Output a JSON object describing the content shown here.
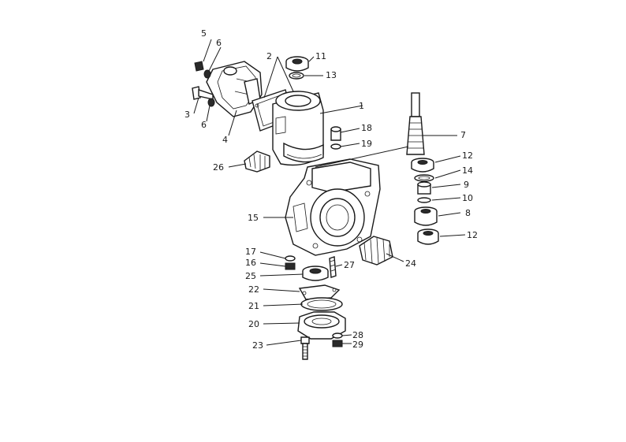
{
  "colors": {
    "ink": "#1a1a1a",
    "paper": "#ffffff"
  },
  "labels": {
    "l1": "1",
    "l2": "2",
    "l3": "3",
    "l4": "4",
    "l5": "5",
    "l6a": "6",
    "l6b": "6",
    "l7": "7",
    "l8": "8",
    "l9": "9",
    "l10": "10",
    "l11": "11",
    "l12a": "12",
    "l12b": "12",
    "l13": "13",
    "l14": "14",
    "l15": "15",
    "l16": "16",
    "l17": "17",
    "l18": "18",
    "l19": "19",
    "l20": "20",
    "l21": "21",
    "l22": "22",
    "l23": "23",
    "l24": "24",
    "l25": "25",
    "l26": "26",
    "l27": "27",
    "l28": "28",
    "l29": "29"
  }
}
